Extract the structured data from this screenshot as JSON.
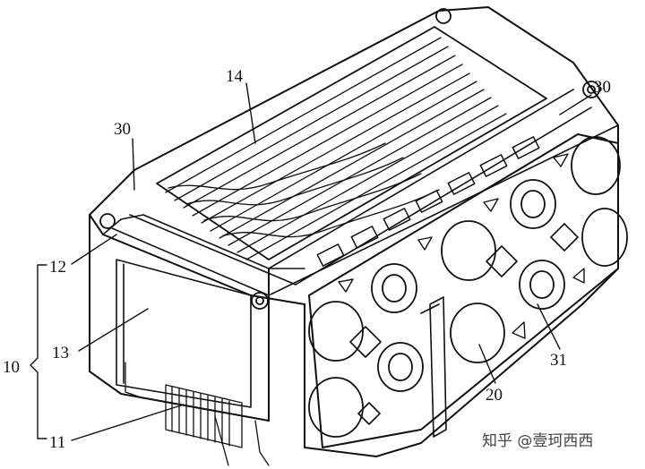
{
  "figure": {
    "labels": {
      "ref_30_top_right": "30",
      "ref_14": "14",
      "ref_30_left": "30",
      "ref_12": "12",
      "ref_10": "10",
      "ref_13": "13",
      "ref_11": "11",
      "ref_20": "20",
      "ref_31": "31"
    },
    "watermark": "知乎 @壹珂西西"
  },
  "colors": {
    "line": "#111111",
    "background": "#ffffff"
  }
}
